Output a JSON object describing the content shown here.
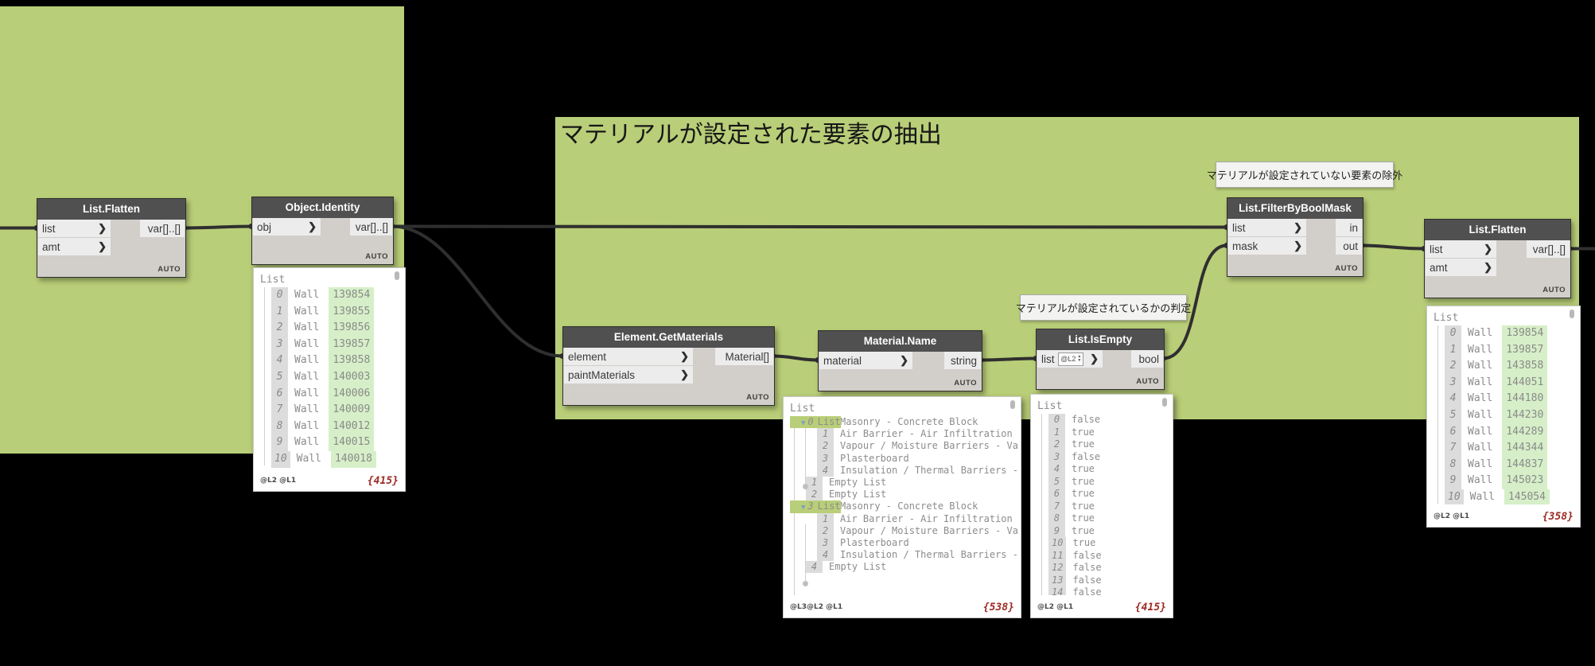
{
  "canvas": {
    "background": "#000000",
    "group_color": "#b9ce78",
    "wire_color": "#2f2f2f",
    "node_header_color": "#505050",
    "value_highlight": "#d6efc8",
    "count_color": "#9e2b25"
  },
  "groups": {
    "main": {
      "title": "マテリアルが設定された要素の抽出"
    },
    "left": {
      "title": ""
    }
  },
  "notes": [
    {
      "id": "note-exclude",
      "text": "マテリアルが設定されていない要素の除外"
    },
    {
      "id": "note-judge",
      "text": "マテリアルが設定されているかの判定"
    }
  ],
  "icons": {
    "chevron": "❯",
    "expand": "▼",
    "spinner_up": "▲",
    "spinner_down": "▼"
  },
  "nodes": [
    {
      "id": "list-flatten-left",
      "title": "List.Flatten",
      "inputs": [
        {
          "label": "list"
        },
        {
          "label": "amt"
        }
      ],
      "outputs": [
        "var[]..[]"
      ],
      "lacing": "AUTO"
    },
    {
      "id": "object-identity",
      "title": "Object.Identity",
      "inputs": [
        {
          "label": "obj"
        }
      ],
      "outputs": [
        "var[]..[]"
      ],
      "lacing": "AUTO"
    },
    {
      "id": "element-getmaterials",
      "title": "Element.GetMaterials",
      "inputs": [
        {
          "label": "element"
        },
        {
          "label": "paintMaterials"
        }
      ],
      "outputs": [
        "Material[]"
      ],
      "lacing": "AUTO"
    },
    {
      "id": "material-name",
      "title": "Material.Name",
      "inputs": [
        {
          "label": "material"
        }
      ],
      "outputs": [
        "string"
      ],
      "lacing": "AUTO"
    },
    {
      "id": "list-isempty",
      "title": "List.IsEmpty",
      "inputs": [
        {
          "label": "list",
          "level": "@L2"
        }
      ],
      "outputs": [
        "bool"
      ],
      "lacing": "AUTO"
    },
    {
      "id": "list-filterbyboolmask",
      "title": "List.FilterByBoolMask",
      "inputs": [
        {
          "label": "list"
        },
        {
          "label": "mask"
        }
      ],
      "outputs": [
        "in",
        "out"
      ],
      "lacing": "AUTO"
    },
    {
      "id": "list-flatten-right",
      "title": "List.Flatten",
      "inputs": [
        {
          "label": "list"
        },
        {
          "label": "amt"
        }
      ],
      "outputs": [
        "var[]..[]"
      ],
      "lacing": "AUTO"
    }
  ],
  "bubbles": [
    {
      "id": "bubble-identity",
      "header": "List",
      "levels": "@L2 @L1",
      "count": "{415}",
      "rows": [
        {
          "kind": "wall",
          "i": "0",
          "t": "Wall",
          "v": "139854"
        },
        {
          "kind": "wall",
          "i": "1",
          "t": "Wall",
          "v": "139855"
        },
        {
          "kind": "wall",
          "i": "2",
          "t": "Wall",
          "v": "139856"
        },
        {
          "kind": "wall",
          "i": "3",
          "t": "Wall",
          "v": "139857"
        },
        {
          "kind": "wall",
          "i": "4",
          "t": "Wall",
          "v": "139858"
        },
        {
          "kind": "wall",
          "i": "5",
          "t": "Wall",
          "v": "140003"
        },
        {
          "kind": "wall",
          "i": "6",
          "t": "Wall",
          "v": "140006"
        },
        {
          "kind": "wall",
          "i": "7",
          "t": "Wall",
          "v": "140009"
        },
        {
          "kind": "wall",
          "i": "8",
          "t": "Wall",
          "v": "140012"
        },
        {
          "kind": "wall",
          "i": "9",
          "t": "Wall",
          "v": "140015"
        },
        {
          "kind": "wall",
          "i": "10",
          "t": "Wall",
          "v": "140018"
        },
        {
          "kind": "partial"
        }
      ]
    },
    {
      "id": "bubble-materials",
      "header": "List",
      "group_label": "List",
      "empty_label": "Empty List",
      "levels": "@L3@L2 @L1",
      "count": "{538}",
      "rows": [
        {
          "kind": "group",
          "i": "0"
        },
        {
          "kind": "item",
          "i": "0",
          "t": "Masonry - Concrete Block"
        },
        {
          "kind": "item",
          "i": "1",
          "t": "Air Barrier - Air Infiltration"
        },
        {
          "kind": "item",
          "i": "2",
          "t": "Vapour / Moisture Barriers - Va"
        },
        {
          "kind": "item",
          "i": "3",
          "t": "Plasterboard"
        },
        {
          "kind": "item",
          "i": "4",
          "t": "Insulation / Thermal Barriers -"
        },
        {
          "kind": "empty",
          "i": "1"
        },
        {
          "kind": "empty",
          "i": "2"
        },
        {
          "kind": "group",
          "i": "3"
        },
        {
          "kind": "item",
          "i": "0",
          "t": "Masonry - Concrete Block"
        },
        {
          "kind": "item",
          "i": "1",
          "t": "Air Barrier - Air Infiltration"
        },
        {
          "kind": "item",
          "i": "2",
          "t": "Vapour / Moisture Barriers - Va"
        },
        {
          "kind": "item",
          "i": "3",
          "t": "Plasterboard"
        },
        {
          "kind": "item",
          "i": "4",
          "t": "Insulation / Thermal Barriers -"
        },
        {
          "kind": "empty",
          "i": "4"
        }
      ]
    },
    {
      "id": "bubble-isempty",
      "header": "List",
      "levels": "@L2 @L1",
      "count": "{415}",
      "rows": [
        {
          "kind": "bool",
          "i": "0",
          "t": "false"
        },
        {
          "kind": "bool",
          "i": "1",
          "t": "true"
        },
        {
          "kind": "bool",
          "i": "2",
          "t": "true"
        },
        {
          "kind": "bool",
          "i": "3",
          "t": "false"
        },
        {
          "kind": "bool",
          "i": "4",
          "t": "true"
        },
        {
          "kind": "bool",
          "i": "5",
          "t": "true"
        },
        {
          "kind": "bool",
          "i": "6",
          "t": "true"
        },
        {
          "kind": "bool",
          "i": "7",
          "t": "true"
        },
        {
          "kind": "bool",
          "i": "8",
          "t": "true"
        },
        {
          "kind": "bool",
          "i": "9",
          "t": "true"
        },
        {
          "kind": "bool",
          "i": "10",
          "t": "true"
        },
        {
          "kind": "bool",
          "i": "11",
          "t": "false"
        },
        {
          "kind": "bool",
          "i": "12",
          "t": "false"
        },
        {
          "kind": "bool",
          "i": "13",
          "t": "false"
        },
        {
          "kind": "bool",
          "i": "14",
          "t": "false"
        },
        {
          "kind": "partial-gray"
        }
      ]
    },
    {
      "id": "bubble-flatten",
      "header": "List",
      "levels": "@L2 @L1",
      "count": "{358}",
      "rows": [
        {
          "kind": "wall",
          "i": "0",
          "t": "Wall",
          "v": "139854"
        },
        {
          "kind": "wall",
          "i": "1",
          "t": "Wall",
          "v": "139857"
        },
        {
          "kind": "wall",
          "i": "2",
          "t": "Wall",
          "v": "143858"
        },
        {
          "kind": "wall",
          "i": "3",
          "t": "Wall",
          "v": "144051"
        },
        {
          "kind": "wall",
          "i": "4",
          "t": "Wall",
          "v": "144180"
        },
        {
          "kind": "wall",
          "i": "5",
          "t": "Wall",
          "v": "144230"
        },
        {
          "kind": "wall",
          "i": "6",
          "t": "Wall",
          "v": "144289"
        },
        {
          "kind": "wall",
          "i": "7",
          "t": "Wall",
          "v": "144344"
        },
        {
          "kind": "wall",
          "i": "8",
          "t": "Wall",
          "v": "144837"
        },
        {
          "kind": "wall",
          "i": "9",
          "t": "Wall",
          "v": "145023"
        },
        {
          "kind": "wall",
          "i": "10",
          "t": "Wall",
          "v": "145054"
        },
        {
          "kind": "partial"
        }
      ]
    }
  ]
}
